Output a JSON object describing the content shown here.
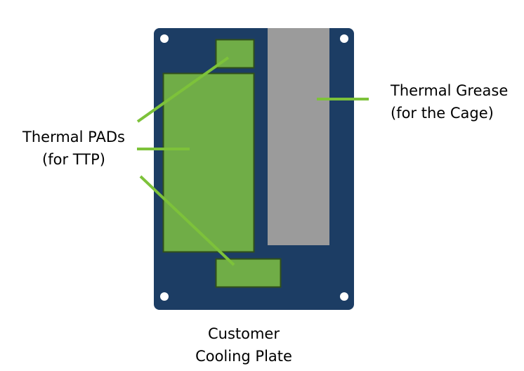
{
  "diagram": {
    "plate_label": [
      "Customer",
      "Cooling Plate"
    ],
    "pads_label": [
      "Thermal PADs",
      "(for TTP)"
    ],
    "grease_label": [
      "Thermal Grease",
      "(for the Cage)"
    ],
    "colors": {
      "plate": "#1c3d64",
      "pad": "#70ad47",
      "pad_border": "#2f4f1a",
      "grease": "#9b9b9b",
      "leader": "#7dc23a",
      "hole": "#ffffff"
    }
  }
}
